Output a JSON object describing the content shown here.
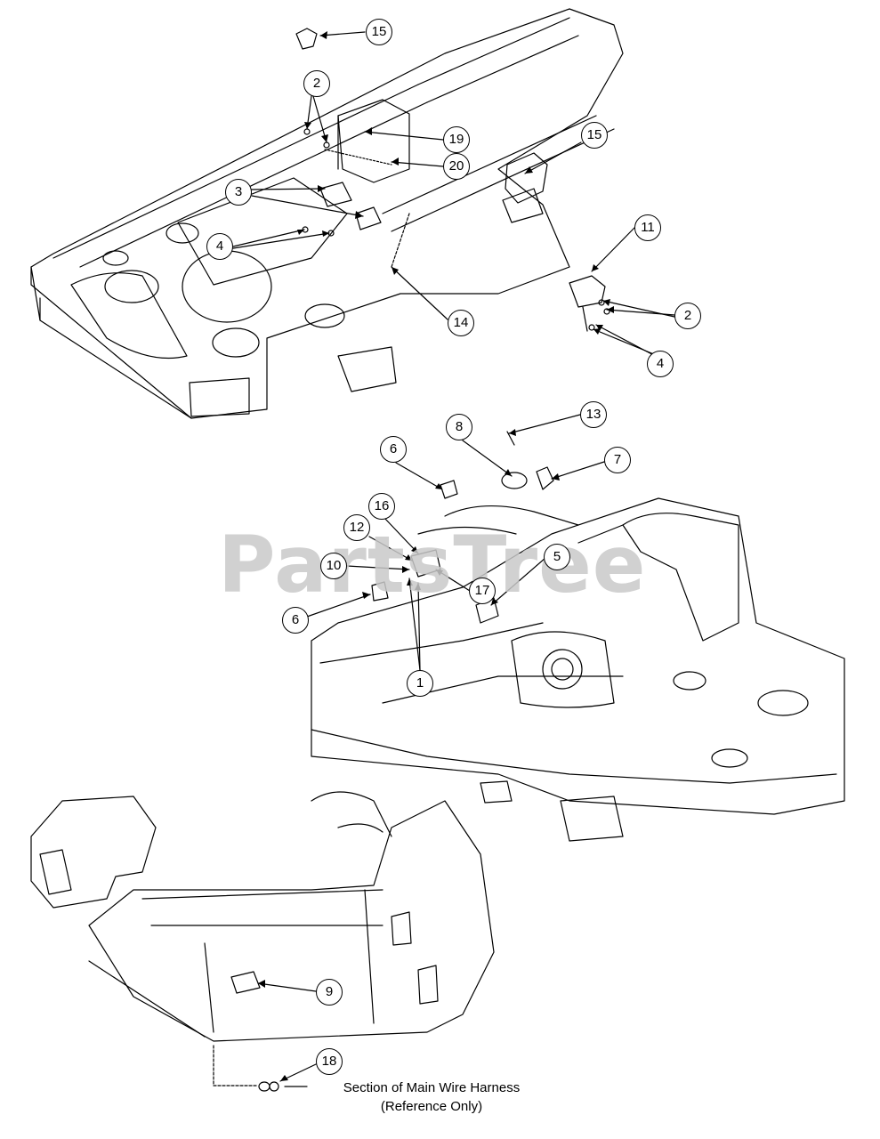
{
  "watermark": "PartsTree",
  "caption": {
    "line1": "Section of Main Wire Harness",
    "line2": "(Reference Only)"
  },
  "callouts": [
    "15",
    "2",
    "19",
    "20",
    "15",
    "3",
    "4",
    "11",
    "14",
    "2",
    "4",
    "13",
    "8",
    "7",
    "6",
    "16",
    "12",
    "5",
    "10",
    "17",
    "6",
    "1",
    "9",
    "18"
  ]
}
